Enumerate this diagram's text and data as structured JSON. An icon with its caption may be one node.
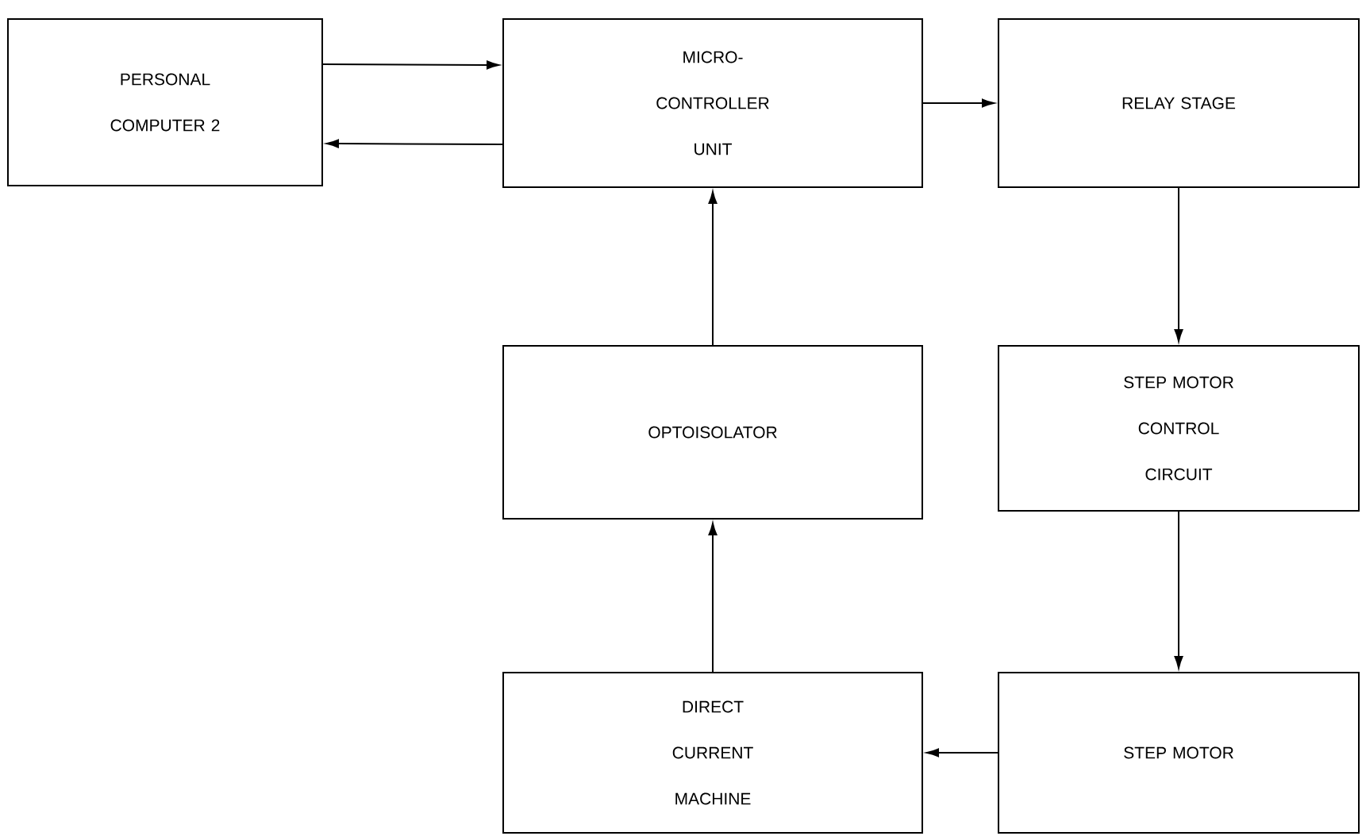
{
  "diagram": {
    "nodes": [
      {
        "text": [
          "PERSONAL COMPUTER 2"
        ]
      },
      {
        "text": [
          "MICRO- CONTROLLER UNIT"
        ]
      },
      {
        "text": [
          "RELAY STAGE"
        ]
      },
      {
        "text": [
          "OPTOISOLATOR"
        ]
      },
      {
        "text": [
          "STEP MOTOR CONTROL CIRCUIT"
        ]
      },
      {
        "text": [
          "DIRECT CURRENT MACHINE"
        ]
      },
      {
        "text": [
          "STEP MOTOR"
        ]
      }
    ],
    "edges": [
      {
        "from": 0,
        "to": 1,
        "arrow": "to"
      },
      {
        "from": 1,
        "to": 0,
        "arrow": "to"
      },
      {
        "from": 1,
        "to": 2,
        "arrow": "to"
      },
      {
        "from": 2,
        "to": 4,
        "arrow": "to"
      },
      {
        "from": 4,
        "to": 6,
        "arrow": "to"
      },
      {
        "from": 6,
        "to": 5,
        "arrow": "to"
      },
      {
        "from": 5,
        "to": 3,
        "arrow": "to"
      },
      {
        "from": 3,
        "to": 1,
        "arrow": "to"
      }
    ]
  }
}
